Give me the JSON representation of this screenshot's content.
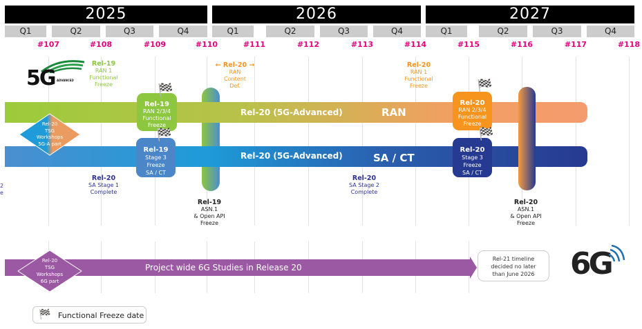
{
  "years": [
    "2025",
    "2026",
    "2027"
  ],
  "quarters": [
    "Q1",
    "Q2",
    "Q3",
    "Q4",
    "Q1",
    "Q2",
    "Q3",
    "Q4",
    "Q1",
    "Q2",
    "Q3",
    "Q4"
  ],
  "meetings": [
    "#107",
    "#108",
    "#109",
    "#110",
    "#111",
    "#112",
    "#113",
    "#114",
    "#115",
    "#116",
    "#117",
    "#118"
  ],
  "logo5g": {
    "text": "5G",
    "sub": "ADVANCED"
  },
  "logo6g": {
    "text": "6G"
  },
  "colors": {
    "meeting": "#e6007e",
    "ran_start": "#9ccb3b",
    "ran_end": "#f59b6e",
    "sa_start": "#4a8fd0",
    "sa_end": "#263a91",
    "purple": "#9b58a3",
    "orange": "#f7941d"
  },
  "labels": {
    "rel19_ran1": {
      "title": "Rel-19",
      "lines": [
        "RAN 1",
        "Functional",
        "Freeze"
      ]
    },
    "rel20_content": {
      "title": "Rel-20",
      "lines": [
        "RAN",
        "Content",
        "Def."
      ]
    },
    "rel20_ran1": {
      "title": "Rel-20",
      "lines": [
        "RAN 1",
        "Functional",
        "Freeze"
      ]
    },
    "rel20_sa1": {
      "title": "Rel-20",
      "lines": [
        "SA Stage 1",
        "Complete"
      ]
    },
    "rel20_sa2": {
      "title": "Rel-20",
      "lines": [
        "SA Stage 2",
        "Complete"
      ]
    },
    "rel19_asn": {
      "title": "Rel-19",
      "lines": [
        "ASN.1",
        "& Open API",
        "Freeze"
      ]
    },
    "rel20_asn": {
      "title": "Rel-20",
      "lines": [
        "ASN.1",
        "& Open API",
        "Freeze"
      ]
    },
    "cut_left": [
      "2",
      "e"
    ]
  },
  "boxes": {
    "rel19_ran": {
      "title": "Rel-19",
      "lines": [
        "RAN 2/3/4",
        "Functional",
        "Freeze"
      ]
    },
    "rel19_sa": {
      "title": "Rel-19",
      "lines": [
        "Stage 3",
        "Freeze",
        "SA  /  CT"
      ]
    },
    "rel20_ran": {
      "title": "Rel-20",
      "lines": [
        "RAN 2/3/4",
        "Functional",
        "Freeze"
      ]
    },
    "rel20_sa": {
      "title": "Rel-20",
      "lines": [
        "Stage 3",
        "Freeze",
        "SA  /  CT"
      ]
    }
  },
  "bars": {
    "ran": {
      "text": "Rel-20 (5G-Advanced)",
      "tag": "RAN"
    },
    "sa": {
      "text": "Rel-20 (5G-Advanced)",
      "tag": "SA / CT"
    },
    "sixg": {
      "text": "Project wide 6G Studies in Release 20"
    }
  },
  "diamonds": {
    "fiveg": [
      "Rel-20",
      "TSG",
      "Workshops",
      "5G-A part"
    ],
    "sixg": [
      "Rel-20",
      "TSG",
      "Workshops",
      "6G part"
    ]
  },
  "rel21": [
    "Rel-21 timeline",
    "decided no later",
    "than June 2026"
  ],
  "legend": {
    "text": "Functional Freeze date"
  }
}
